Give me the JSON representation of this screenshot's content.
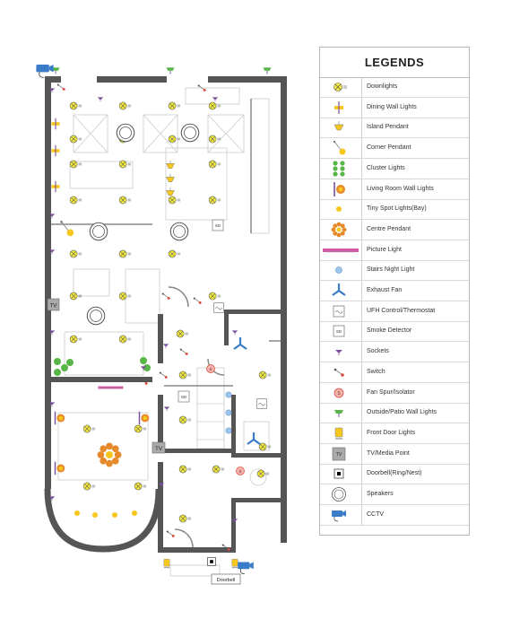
{
  "legend": {
    "title": "LEGENDS",
    "items": [
      {
        "icon": "downlight-icon",
        "label": "Downlights"
      },
      {
        "icon": "dining-wall-light-icon",
        "label": "Dining Wall Lights"
      },
      {
        "icon": "island-pendant-icon",
        "label": "Island Pendant"
      },
      {
        "icon": "corner-pendant-icon",
        "label": "Corner Pendant"
      },
      {
        "icon": "cluster-lights-icon",
        "label": "Cluster Lights"
      },
      {
        "icon": "living-room-wall-light-icon",
        "label": "Living Room Wall Lights"
      },
      {
        "icon": "tiny-spot-light-icon",
        "label": "Tiny Spot Lights(Bay)"
      },
      {
        "icon": "centre-pendant-icon",
        "label": "Centre Pendant"
      },
      {
        "icon": "picture-light-icon",
        "label": "Picture Light"
      },
      {
        "icon": "stairs-night-light-icon",
        "label": "Stairs Night Light"
      },
      {
        "icon": "exhaust-fan-icon",
        "label": "Exhaust Fan"
      },
      {
        "icon": "thermostat-icon",
        "label": "UFH Control/Thermostat"
      },
      {
        "icon": "smoke-detector-icon",
        "label": "Smoke Detector"
      },
      {
        "icon": "socket-icon",
        "label": "Sockets"
      },
      {
        "icon": "switch-icon",
        "label": "Switch"
      },
      {
        "icon": "fan-spur-isolator-icon",
        "label": "Fan Spur/Isolator"
      },
      {
        "icon": "outside-wall-light-icon",
        "label": "Outside/Patio Wall Lights"
      },
      {
        "icon": "front-door-light-icon",
        "label": "Front Door Lights"
      },
      {
        "icon": "tv-media-point-icon",
        "label": "TV/Media Point"
      },
      {
        "icon": "doorbell-icon",
        "label": "Doorbell(Ring/Nest)"
      },
      {
        "icon": "speaker-icon",
        "label": "Speakers"
      },
      {
        "icon": "cctv-icon",
        "label": "CCTV"
      }
    ]
  },
  "plan": {
    "labels": {
      "tv": "TV",
      "smoke": "SD",
      "doorbell": "Doorbell"
    }
  },
  "colors": {
    "wall": "#555555",
    "downlight": "#f2ea3c",
    "pendant": "#f6c81e",
    "green": "#58b548",
    "socket": "#7a4f9c",
    "picture_light": "#d05aa6",
    "fan": "#3b7cc8",
    "isolator": "#d94a3a",
    "wall_light": "#e5892a"
  }
}
